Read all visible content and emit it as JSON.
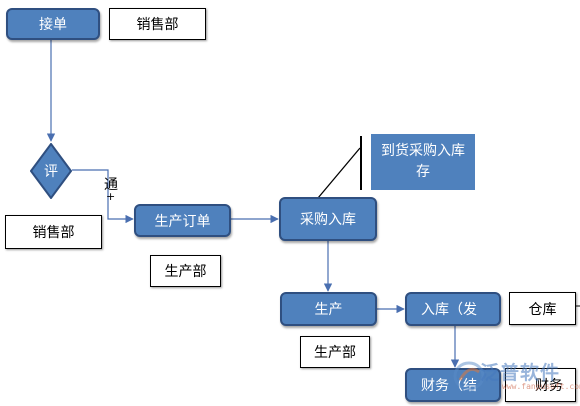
{
  "nodes": {
    "receive_order": "接单",
    "review": "评",
    "production_order": "生产订单",
    "purchase_stock_in": "采购入库",
    "production": "生产",
    "stock_in_ship": "入库（发",
    "finance_settle": "财务（结"
  },
  "labels": {
    "sales_dept_top": "销售部",
    "sales_dept_left": "销售部",
    "production_dept_1": "生产部",
    "production_dept_2": "生产部",
    "warehouse": "仓库",
    "finance": "财务"
  },
  "note": {
    "text": "到货采购入库存"
  },
  "edge_labels": {
    "pass": "通",
    "pass_mark": "+"
  },
  "watermark": {
    "brand": "泛普软件",
    "url": "www.fanpusoft.com"
  },
  "colors": {
    "node_fill": "#4f81bd",
    "node_border": "#2f4f80",
    "connector": "#4a6fb0"
  }
}
